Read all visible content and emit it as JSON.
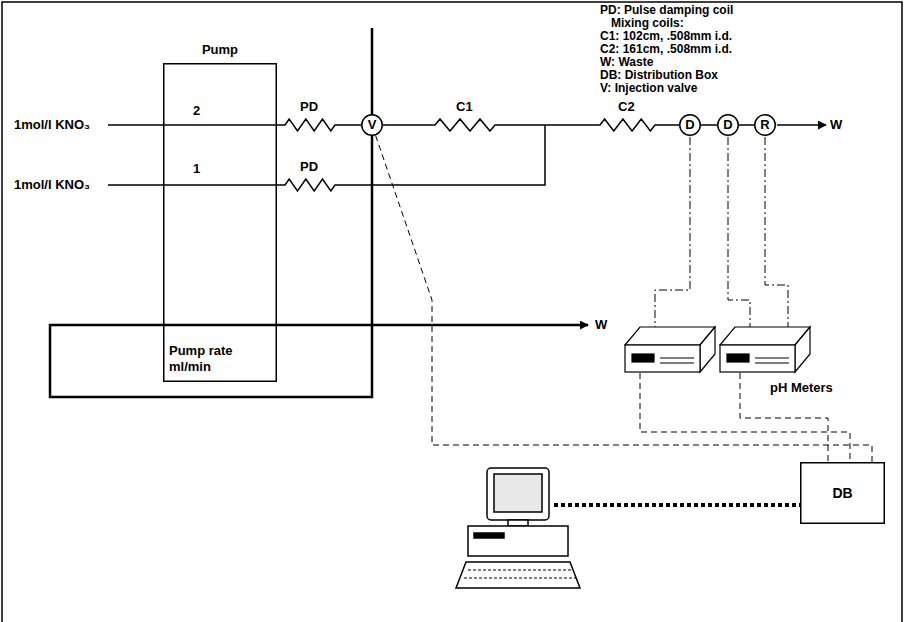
{
  "diagram": {
    "nodes": [
      {
        "text": [
          "Pump",
          "2",
          "1",
          "Pump rate ml/min"
        ]
      },
      {
        "text": [
          "V"
        ]
      },
      {
        "text": [
          "D"
        ]
      },
      {
        "text": [
          "D"
        ]
      },
      {
        "text": [
          "R"
        ]
      },
      {
        "text": [
          "DB"
        ]
      }
    ],
    "edges": [
      {
        "from": 0,
        "to": 1,
        "arrow": "none"
      },
      {
        "from": 1,
        "to": 2,
        "arrow": "none"
      },
      {
        "from": 2,
        "to": 3,
        "arrow": "none"
      },
      {
        "from": 3,
        "to": 4,
        "arrow": "none"
      },
      {
        "from": 1,
        "to": 5,
        "arrow": "none"
      }
    ],
    "labels": [
      "PD: Pulse damping coil",
      "Mixing coils:",
      "C1: 102cm, .508mm i.d.",
      "C2: 161cm, .508mm i.d.",
      "W: Waste",
      "DB: Distribution Box",
      "V: Injection valve",
      "1mol/l KNO₃",
      "1mol/l KNO₃",
      "PD",
      "PD",
      "C1",
      "C2",
      "W",
      "W",
      "pH Meters"
    ]
  }
}
